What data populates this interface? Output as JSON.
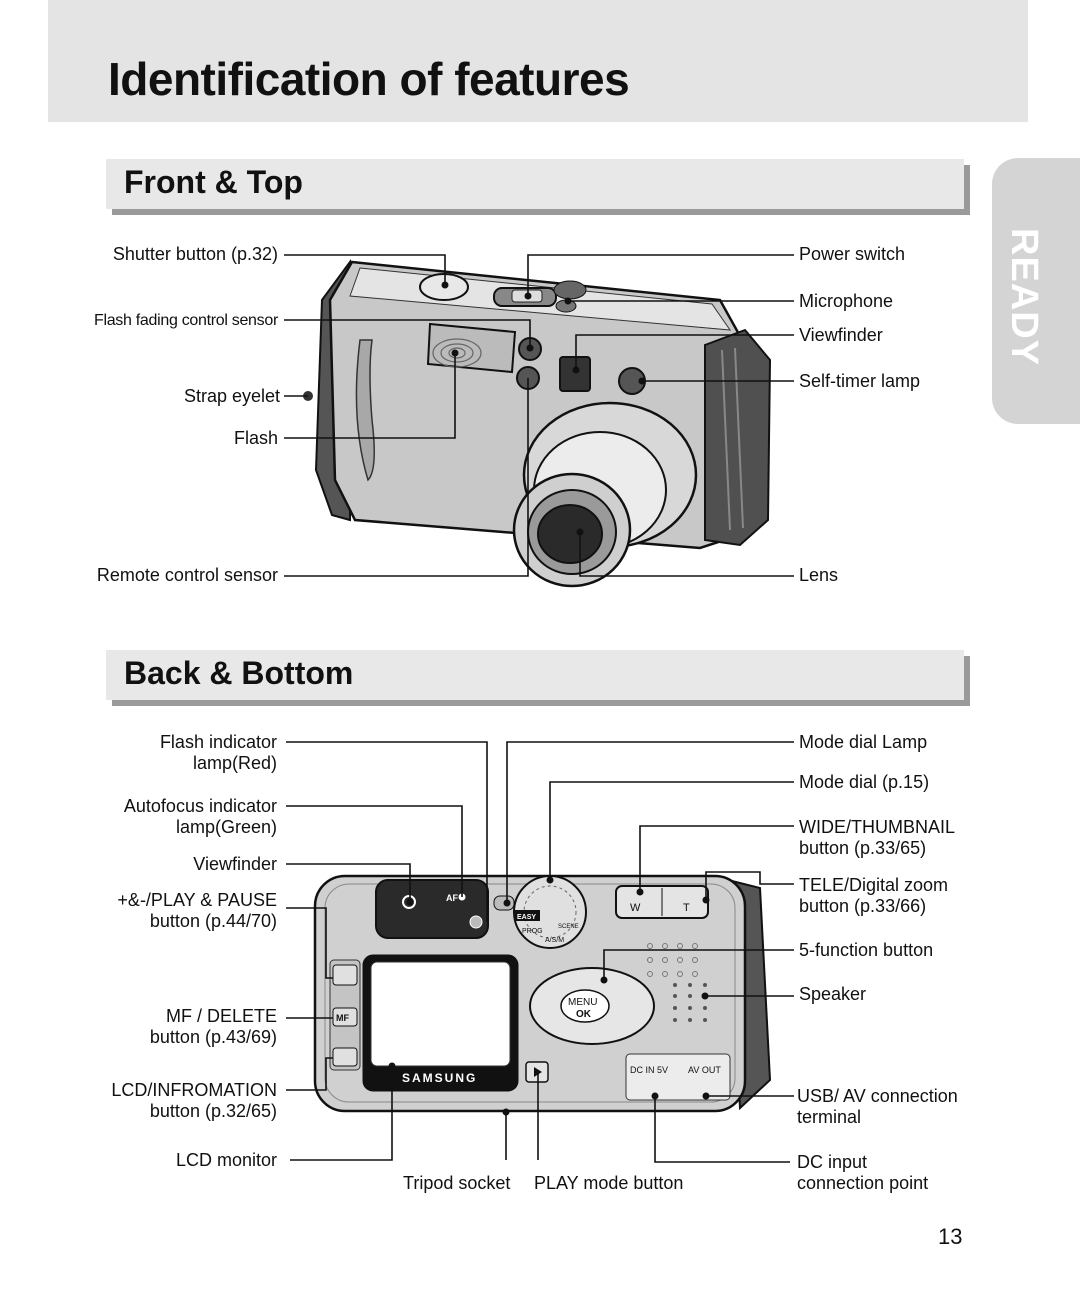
{
  "page": {
    "title": "Identification of features",
    "side_tab": "READY",
    "page_number": "13"
  },
  "front": {
    "heading": "Front & Top",
    "labels": {
      "shutter": "Shutter button (p.32)",
      "flash_fading": "Flash fading control sensor",
      "strap": "Strap eyelet",
      "flash": "Flash",
      "remote": "Remote control sensor",
      "power": "Power switch",
      "microphone": "Microphone",
      "viewfinder": "Viewfinder",
      "selftimer": "Self-timer lamp",
      "lens": "Lens"
    }
  },
  "back": {
    "heading": "Back & Bottom",
    "labels": {
      "flash_ind_1": "Flash indicator",
      "flash_ind_2": "lamp(Red)",
      "af_ind_1": "Autofocus indicator",
      "af_ind_2": "lamp(Green)",
      "viewfinder": "Viewfinder",
      "play_1": "+&-/PLAY & PAUSE",
      "play_2": "button (p.44/70)",
      "mf_1": "MF / DELETE",
      "mf_2": "button (p.43/69)",
      "lcd_btn_1": "LCD/INFROMATION",
      "lcd_btn_2": "button (p.32/65)",
      "lcd_monitor": "LCD monitor",
      "tripod": "Tripod socket",
      "play_mode": "PLAY mode button",
      "mode_lamp": "Mode dial Lamp",
      "mode_dial": "Mode dial (p.15)",
      "wide_1": "WIDE/THUMBNAIL",
      "wide_2": "button (p.33/65)",
      "tele_1": "TELE/Digital zoom",
      "tele_2": "button (p.33/66)",
      "fn": "5-function button",
      "speaker": "Speaker",
      "usb_1": "USB/ AV connection",
      "usb_2": "terminal",
      "dc_1": "DC input",
      "dc_2": "connection point"
    },
    "camera_text": {
      "af": "AF",
      "easy": "EASY",
      "prog": "PROG",
      "asm": "A/S/M",
      "scene": "SCENE",
      "w": "W",
      "t": "T",
      "menu": "MENU",
      "ok": "OK",
      "mf": "MF",
      "brand": "SAMSUNG",
      "dc_in": "DC IN 5V",
      "av_out": "AV OUT"
    }
  }
}
